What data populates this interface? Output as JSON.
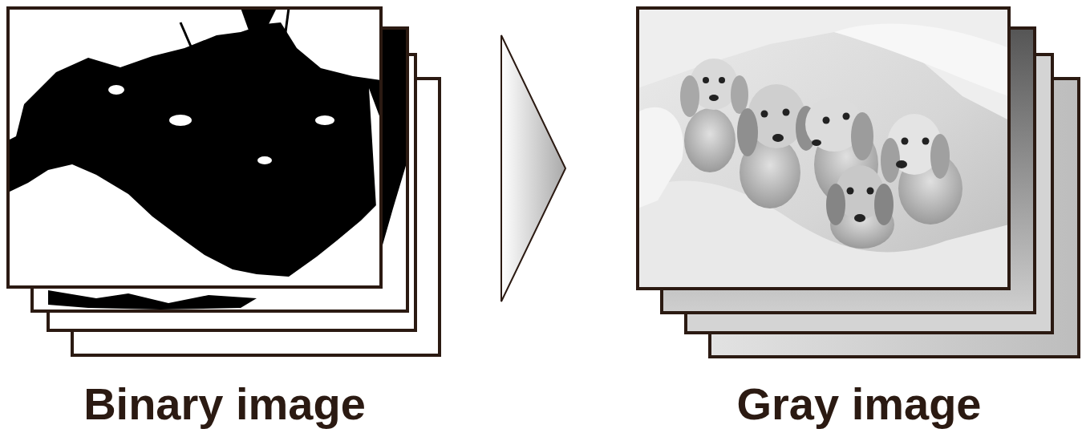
{
  "diagram": {
    "nodes": [
      {
        "text": [
          "Binary image"
        ]
      },
      {
        "text": [
          "Gray image"
        ]
      }
    ],
    "edges": [
      {
        "from": 0,
        "to": 1,
        "arrow": "to"
      }
    ]
  }
}
